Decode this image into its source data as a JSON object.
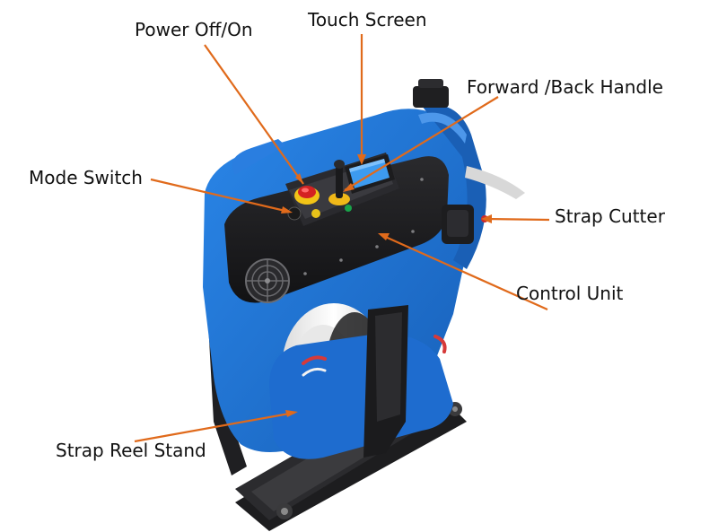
{
  "colors": {
    "leader": "#e06a1b",
    "body_blue": "#1f6fd0",
    "panel_black": "#1c1c1e",
    "text": "#111111"
  },
  "labels": {
    "power": "Power Off/On",
    "touch_screen": "Touch Screen",
    "handle": "Forward /Back Handle",
    "mode_switch": "Mode Switch",
    "strap_cutter": "Strap Cutter",
    "control_unit": "Control Unit",
    "reel_stand": "Strap Reel Stand"
  },
  "icons": {
    "cooling_fan": "fan-grille-icon",
    "emergency_stop": "red-stop-button-icon",
    "joystick": "joystick-icon"
  }
}
